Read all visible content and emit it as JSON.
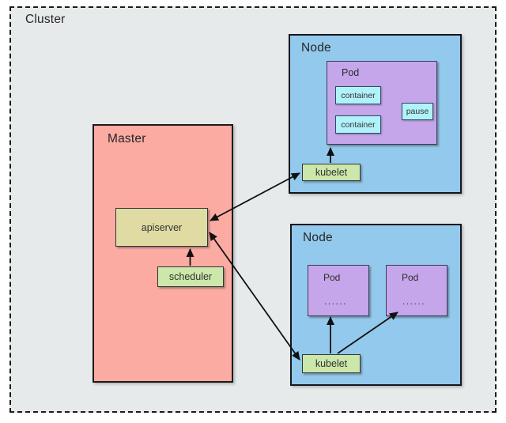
{
  "diagram": {
    "title_context": "Kubernetes cluster architecture diagram",
    "cluster": {
      "label": "Cluster"
    },
    "master": {
      "label": "Master",
      "apiserver_label": "apiserver",
      "scheduler_label": "scheduler"
    },
    "node_top": {
      "label": "Node",
      "pod": {
        "label": "Pod",
        "container1_label": "container",
        "container2_label": "container",
        "pause_label": "pause"
      },
      "kubelet_label": "kubelet"
    },
    "node_bottom": {
      "label": "Node",
      "pod1": {
        "label": "Pod",
        "dots": "......"
      },
      "pod2": {
        "label": "Pod",
        "dots": "......"
      },
      "kubelet_label": "kubelet"
    },
    "edges": [
      {
        "from": "scheduler",
        "to": "apiserver",
        "direction": "one-way"
      },
      {
        "from": "apiserver",
        "to": "kubelet-node-top",
        "direction": "two-way"
      },
      {
        "from": "apiserver",
        "to": "kubelet-node-bottom",
        "direction": "two-way"
      },
      {
        "from": "kubelet-node-top",
        "to": "pod-node-top",
        "direction": "one-way"
      },
      {
        "from": "kubelet-node-bottom",
        "to": "pod1-node-bottom",
        "direction": "one-way"
      },
      {
        "from": "kubelet-node-bottom",
        "to": "pod2-node-bottom",
        "direction": "one-way"
      }
    ],
    "colors": {
      "cluster_bg": "#e7eaea",
      "master_bg": "#fbaba2",
      "node_bg": "#93c9ec",
      "pod_bg": "#c5a6ea",
      "container_bg": "#b0f2fa",
      "kubelet_bg": "#cbe7a9",
      "apiserver_bg": "#dfdba3",
      "line_color": "#111111",
      "border_color": "#1b1b1b"
    }
  }
}
